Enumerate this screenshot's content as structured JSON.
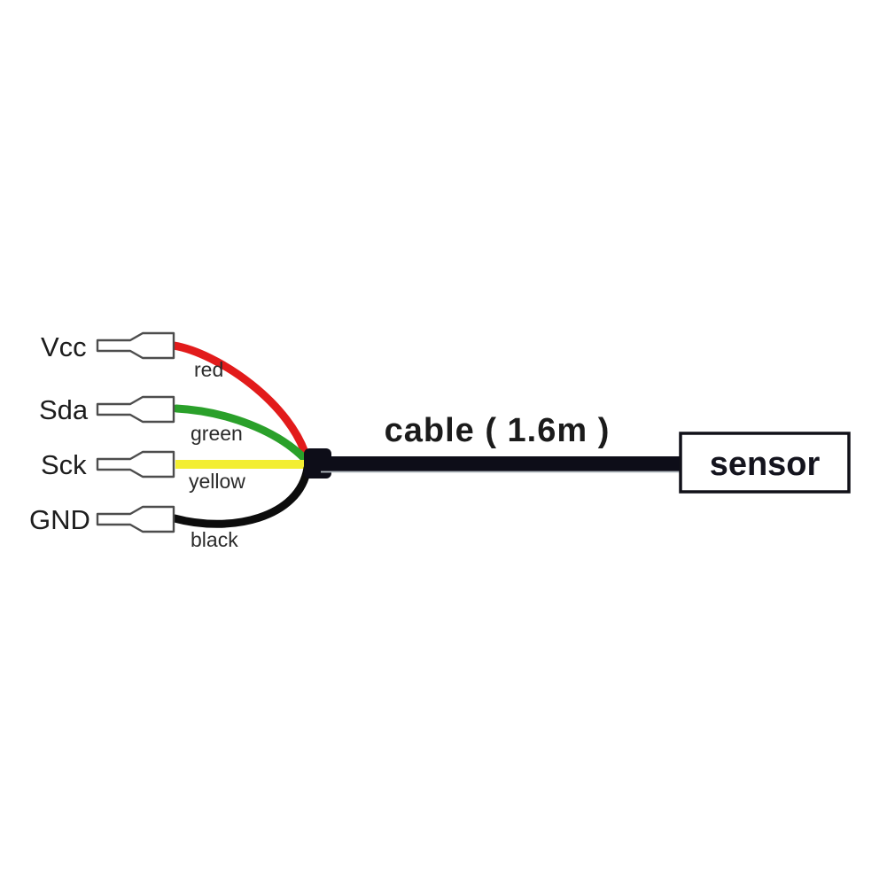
{
  "diagram": {
    "cable_label": "cable ( 1.6m )",
    "cable_length": "1.6m",
    "sensor_label": "sensor",
    "colors": {
      "background": "#ffffff",
      "cable": "#0d0d18",
      "connector_outline": "#4d4d4d",
      "label_text": "#1d1d1d"
    },
    "wires": [
      {
        "pin": "Vcc",
        "color_name": "red",
        "color": "#e21b1b"
      },
      {
        "pin": "Sda",
        "color_name": "green",
        "color": "#2aa02a"
      },
      {
        "pin": "Sck",
        "color_name": "yellow",
        "color": "#f3ee31"
      },
      {
        "pin": "GND",
        "color_name": "black",
        "color": "#0c0c0c"
      }
    ]
  }
}
